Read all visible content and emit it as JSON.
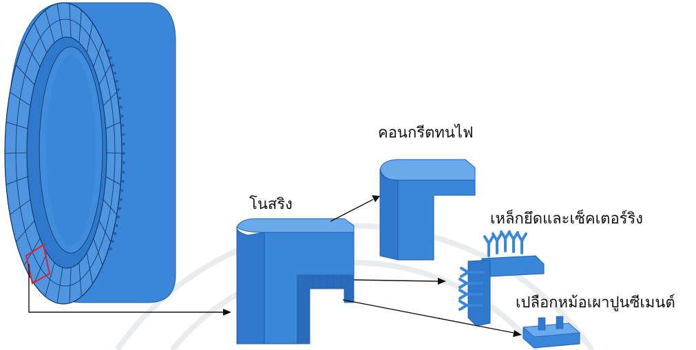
{
  "labels": {
    "nose_ring": "โนสริง",
    "refractory_concrete": "คอนกรีตทนไฟ",
    "anchor_sector_ring": "เหล็กยึดและเซ็คเตอร์ริง",
    "kiln_shell": "เปลือกหม้อเผาปูนซีเมนต์"
  },
  "colors": {
    "blue": "#3a86d8",
    "blue_dark": "#1f5fae",
    "blue_light": "#6aa9ec",
    "outline": "#0c2f5c",
    "highlight": "#e0202a",
    "arrow": "#111111"
  }
}
